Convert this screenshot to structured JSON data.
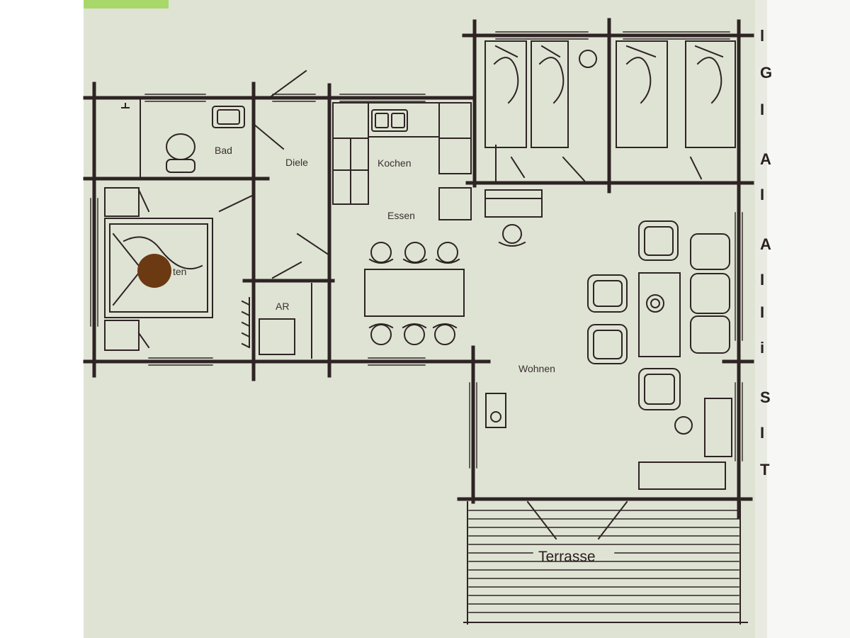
{
  "rooms": {
    "bad": "Bad",
    "diele": "Diele",
    "kochen": "Kochen",
    "essen": "Essen",
    "schlafen_partial": "ten",
    "ar": "AR",
    "wohnen": "Wohnen",
    "terrasse": "Terrasse"
  },
  "side_text": [
    "l",
    "G",
    "I",
    "A",
    "I",
    "A",
    "I",
    "I",
    "i",
    "S",
    "I",
    "T"
  ],
  "colors": {
    "paper": "#dfe3d4",
    "line": "#2e2424",
    "hole": "#6b3a12"
  }
}
